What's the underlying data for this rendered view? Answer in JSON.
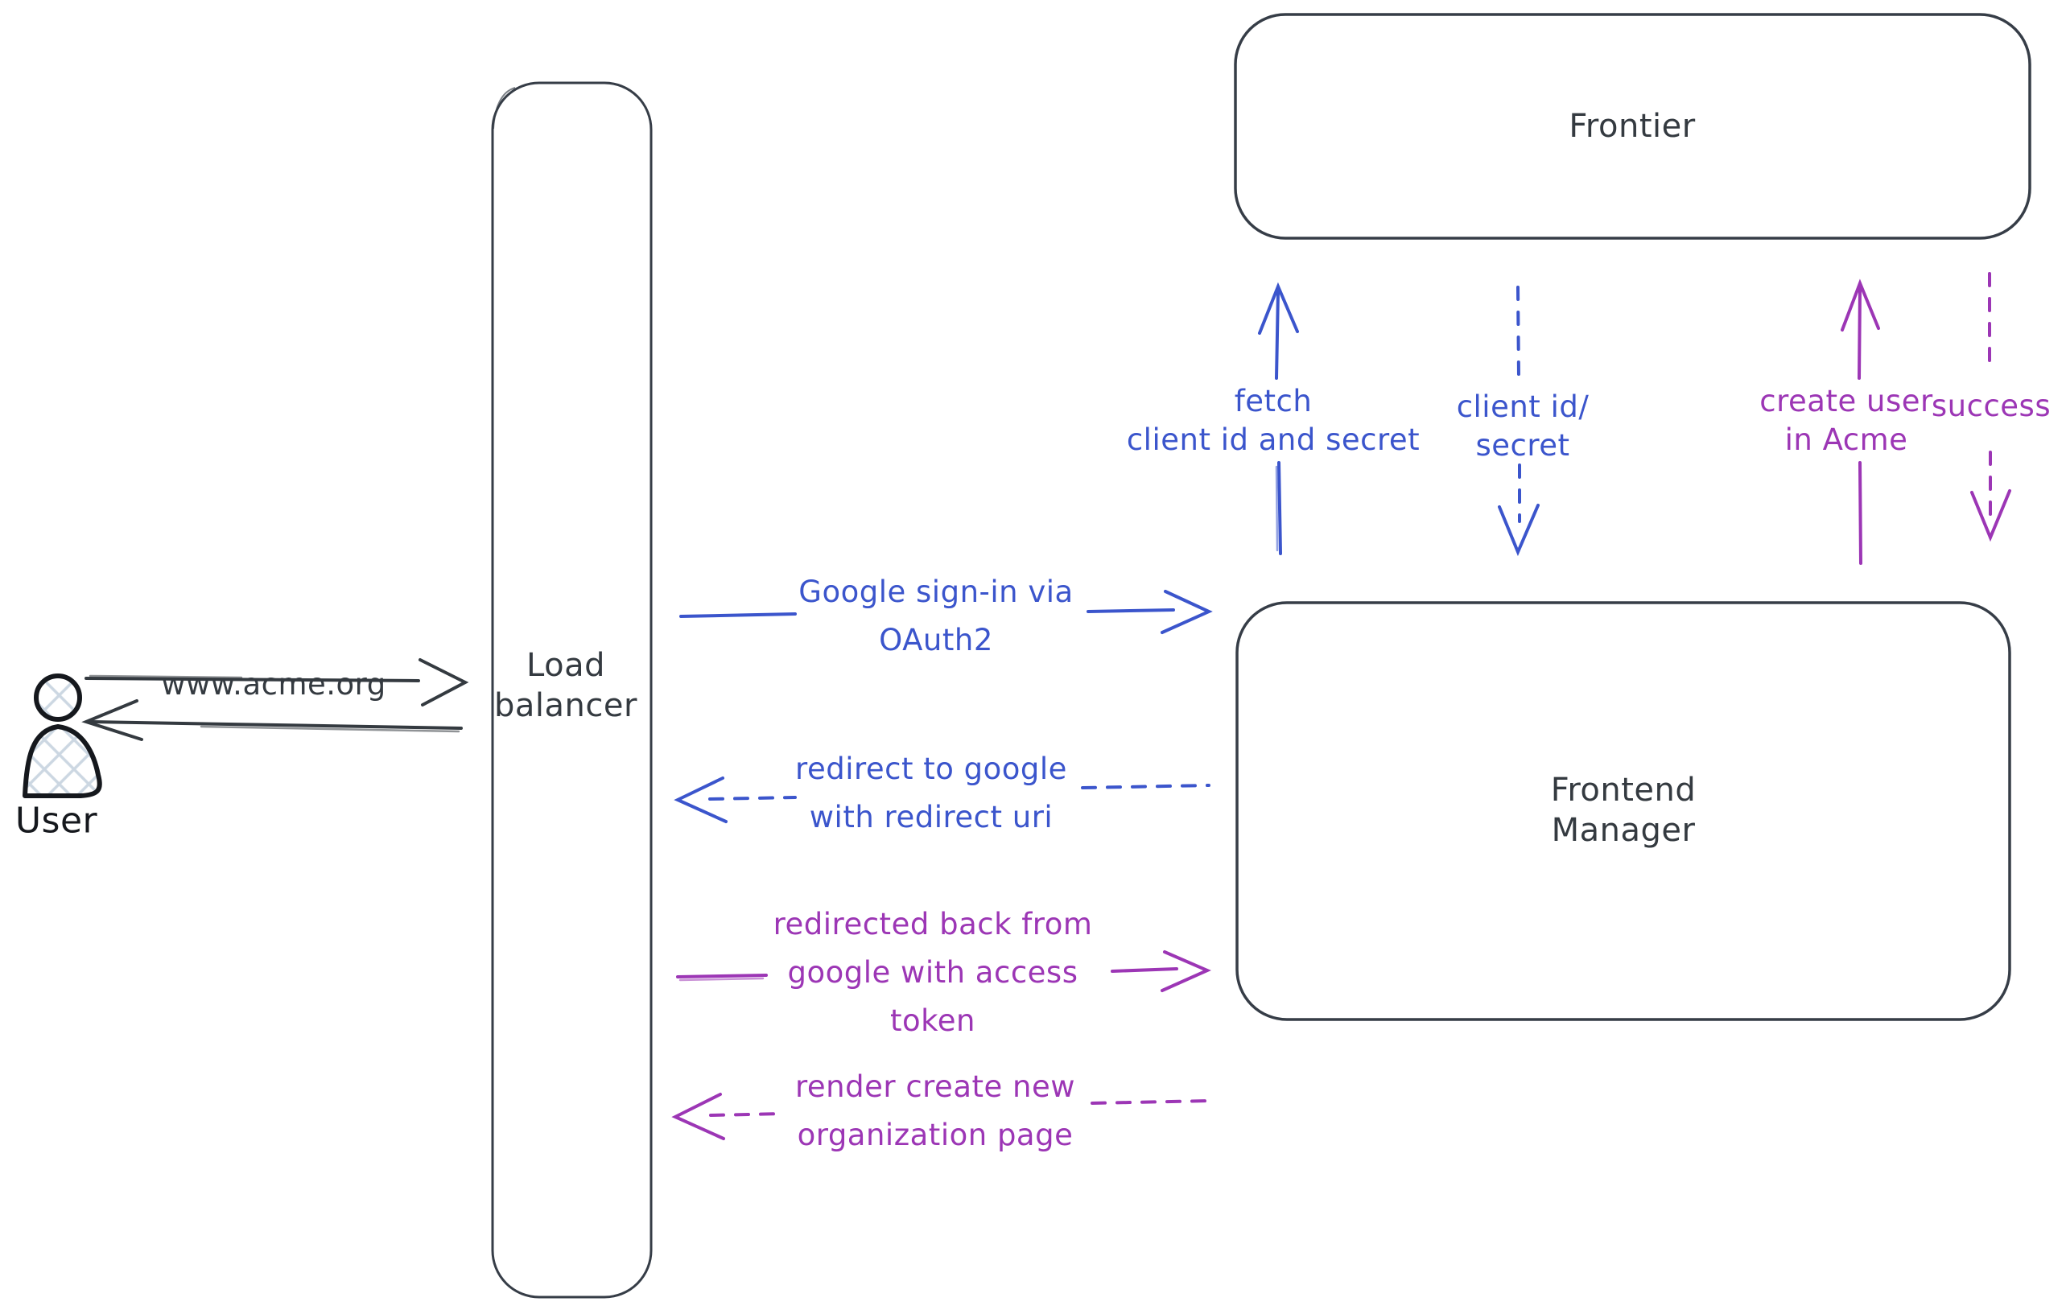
{
  "canvas": {
    "background": "#ffffff"
  },
  "colors": {
    "ink": "#343a40",
    "box_outline": "#363d47",
    "blue": "#3b55cc",
    "purple": "#9c36b5",
    "user_fill_hatch": "#ccd7e2",
    "user_outline": "#15181d"
  },
  "nodes": {
    "user": {
      "label": "User",
      "shape": "person-icon"
    },
    "load_balancer": {
      "label": "Load\nbalancer",
      "shape": "tall-rounded-rect"
    },
    "frontier": {
      "label": "Frontier",
      "shape": "rounded-rect"
    },
    "frontend_manager": {
      "label": "Frontend\nManager",
      "shape": "rounded-rect"
    }
  },
  "edges": {
    "www_acme": {
      "label": "www.acme.org",
      "from": "user",
      "to": "load_balancer",
      "style": "solid",
      "direction": "right",
      "color": "ink"
    },
    "lb_return": {
      "label": "",
      "from": "load_balancer",
      "to": "user",
      "style": "solid",
      "direction": "left",
      "color": "ink"
    },
    "google_signin": {
      "label": "Google sign-in via\nOAuth2",
      "from": "load_balancer",
      "to": "frontend_manager",
      "style": "solid",
      "direction": "right",
      "color": "blue"
    },
    "redirect_google": {
      "label": "redirect to google\nwith redirect uri",
      "from": "frontend_manager",
      "to": "load_balancer",
      "style": "dashed",
      "direction": "left",
      "color": "blue"
    },
    "fetch_secret": {
      "label": "fetch\nclient id and secret",
      "from": "frontend_manager",
      "to": "frontier",
      "style": "solid",
      "direction": "up",
      "color": "blue"
    },
    "client_id_secret": {
      "label": "client id/\nsecret",
      "from": "frontier",
      "to": "frontend_manager",
      "style": "dashed",
      "direction": "down",
      "color": "blue"
    },
    "create_user": {
      "label": "create user\nin Acme",
      "from": "frontend_manager",
      "to": "frontier",
      "style": "solid",
      "direction": "up",
      "color": "purple"
    },
    "success": {
      "label": "success",
      "from": "frontier",
      "to": "frontend_manager",
      "style": "dashed",
      "direction": "down",
      "color": "purple"
    },
    "redirected_back": {
      "label": "redirected back from\ngoogle with access\ntoken",
      "from": "load_balancer",
      "to": "frontend_manager",
      "style": "solid",
      "direction": "right",
      "color": "purple"
    },
    "render_page": {
      "label": "render create new\norganization page",
      "from": "frontend_manager",
      "to": "load_balancer",
      "style": "dashed",
      "direction": "left",
      "color": "purple"
    }
  }
}
